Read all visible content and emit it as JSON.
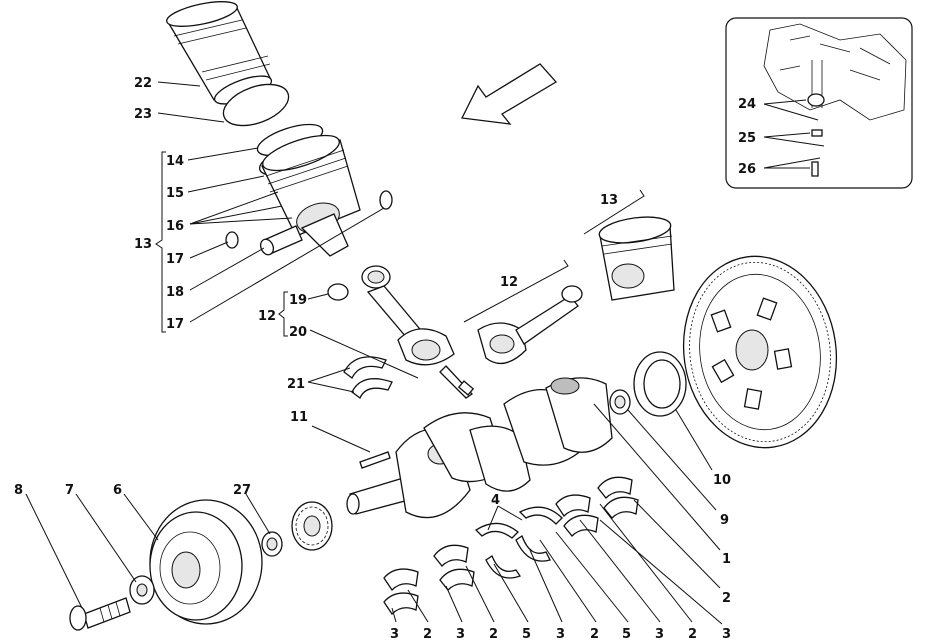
{
  "callouts": {
    "c22": "22",
    "c23": "23",
    "c14": "14",
    "c15": "15",
    "c16": "16",
    "c13a": "13",
    "c17a": "17",
    "c18": "18",
    "c17b": "17",
    "c12a": "12",
    "c19": "19",
    "c20": "20",
    "c21": "21",
    "c11": "11",
    "c13b": "13",
    "c12b": "12",
    "c8": "8",
    "c7": "7",
    "c6": "6",
    "c27": "27",
    "c4": "4",
    "c10": "10",
    "c9": "9",
    "c1": "1",
    "c2r": "2",
    "c3r": "3",
    "c24": "24",
    "c25": "25",
    "c26": "26",
    "bottom_row": [
      "3",
      "2",
      "3",
      "2",
      "5",
      "3",
      "2",
      "5",
      "3",
      "2",
      "3"
    ]
  },
  "parts": {
    "cylinder_liner": "cylinder-liner",
    "piston": "piston",
    "connecting_rod": "connecting-rod",
    "crankshaft": "crankshaft",
    "flywheel": "flywheel",
    "pulley": "crankshaft-pulley",
    "timing_gear": "timing-gear",
    "inset": "engine-detail-inset"
  },
  "colors": {
    "line": "#111111",
    "background": "#ffffff",
    "shade": "#e6e6e6"
  }
}
